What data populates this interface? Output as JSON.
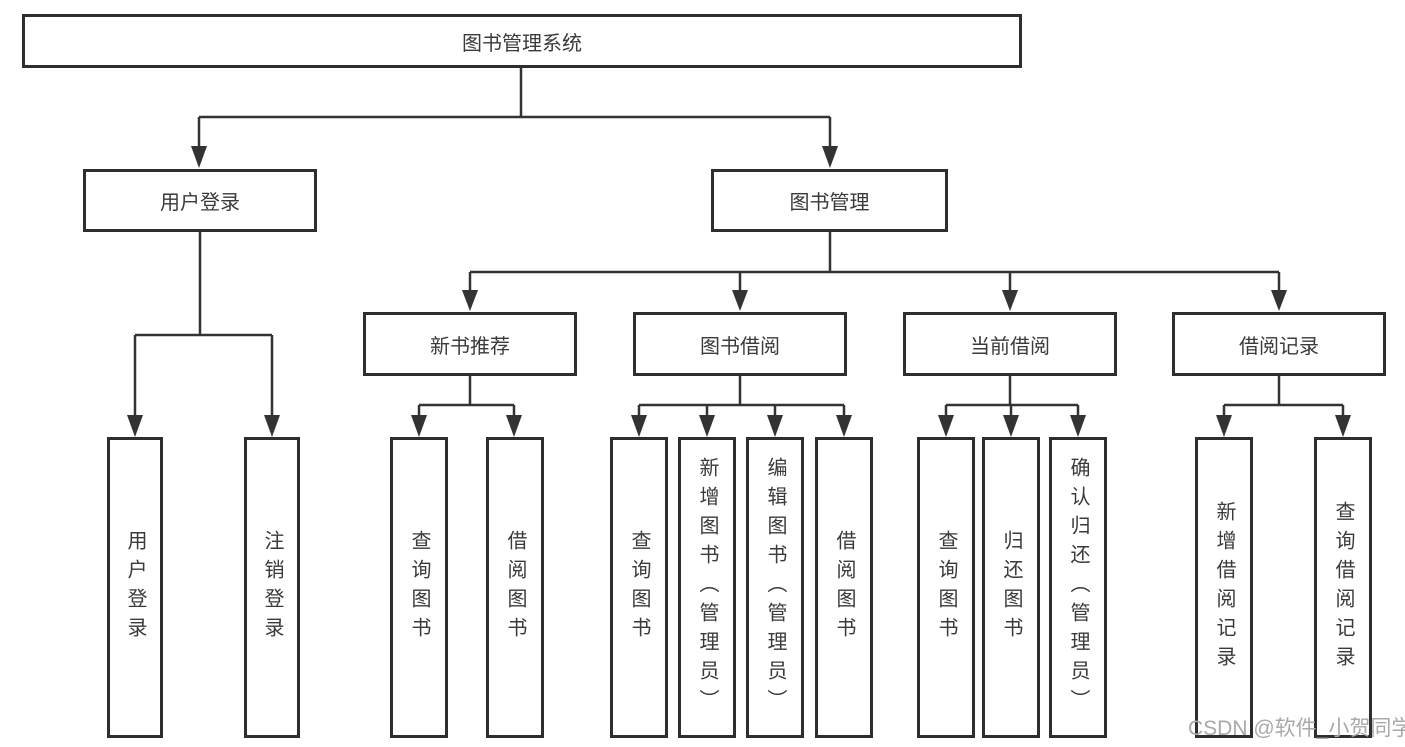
{
  "diagram": {
    "root": {
      "label": "图书管理系统"
    },
    "level2": [
      {
        "label": "用户登录"
      },
      {
        "label": "图书管理"
      }
    ],
    "level3": [
      {
        "label": "新书推荐",
        "parent": "图书管理"
      },
      {
        "label": "图书借阅",
        "parent": "图书管理"
      },
      {
        "label": "当前借阅",
        "parent": "图书管理"
      },
      {
        "label": "借阅记录",
        "parent": "图书管理"
      }
    ],
    "leaves": [
      {
        "label": "用户登录",
        "parent": "用户登录"
      },
      {
        "label": "注销登录",
        "parent": "用户登录"
      },
      {
        "label": "查询图书",
        "parent": "新书推荐"
      },
      {
        "label": "借阅图书",
        "parent": "新书推荐"
      },
      {
        "label": "查询图书",
        "parent": "图书借阅"
      },
      {
        "label": "新增图书（管理员）",
        "parent": "图书借阅"
      },
      {
        "label": "编辑图书（管理员）",
        "parent": "图书借阅"
      },
      {
        "label": "借阅图书",
        "parent": "图书借阅"
      },
      {
        "label": "查询图书",
        "parent": "当前借阅"
      },
      {
        "label": "归还图书",
        "parent": "当前借阅"
      },
      {
        "label": "确认归还（管理员）",
        "parent": "当前借阅"
      },
      {
        "label": "新增借阅记录",
        "parent": "借阅记录"
      },
      {
        "label": "查询借阅记录",
        "parent": "借阅记录"
      }
    ]
  },
  "colors": {
    "line": "#333333",
    "box_border": "#2e2e2e",
    "text": "#3a3a3a",
    "watermark": "#a9a9a9",
    "background": "#ffffff"
  },
  "watermark": {
    "text": "CSDN @软件_小贺同学"
  }
}
